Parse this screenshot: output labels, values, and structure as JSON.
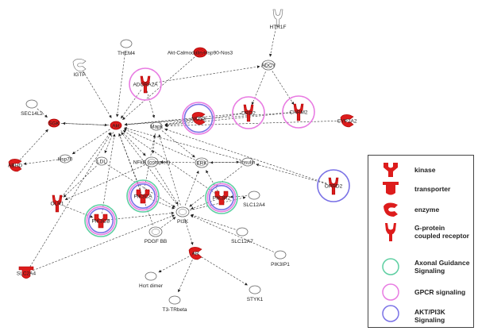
{
  "nodes": [
    {
      "id": "HTR1F",
      "label": "HTR1F",
      "shape": "gpcr",
      "color": "white"
    },
    {
      "id": "THEM4",
      "label": "THEM4",
      "shape": "blob",
      "color": "white"
    },
    {
      "id": "AKT_CALM",
      "label": "Akt-Calmodulin-Hsp90-Nos3",
      "shape": "complex",
      "color": "red"
    },
    {
      "id": "IGTP",
      "label": "IGTP",
      "shape": "enzyme",
      "color": "white"
    },
    {
      "id": "ADCY",
      "label": "ADCY",
      "shape": "complex",
      "color": "white"
    },
    {
      "id": "ADORA2A",
      "label": "ADORA2A",
      "shape": "gpcr",
      "color": "red"
    },
    {
      "id": "SEC14L2",
      "label": "SEC14L2",
      "shape": "blob",
      "color": "white"
    },
    {
      "id": "NOS3",
      "label": "NOS3",
      "shape": "enzyme",
      "color": "red"
    },
    {
      "id": "DRD2",
      "label": "DRD2",
      "shape": "gpcr",
      "color": "red"
    },
    {
      "id": "CHRM2",
      "label": "CHRM2",
      "shape": "gpcr",
      "color": "red"
    },
    {
      "id": "CYP2A2",
      "label": "CYP2A2",
      "shape": "enzyme",
      "color": "red"
    },
    {
      "id": "SGK",
      "label": "SGK",
      "shape": "blob",
      "color": "red"
    },
    {
      "id": "AKT",
      "label": "Akt",
      "shape": "blob",
      "color": "red"
    },
    {
      "id": "MAPK",
      "label": "Mapk",
      "shape": "blob",
      "color": "white"
    },
    {
      "id": "HSP70",
      "label": "Hsp70",
      "shape": "blob",
      "color": "white"
    },
    {
      "id": "LDL",
      "label": "LDL",
      "shape": "blob",
      "color": "white"
    },
    {
      "id": "NFKB",
      "label": "NFkB (complex)",
      "shape": "complex",
      "color": "white"
    },
    {
      "id": "ERK",
      "label": "ERK",
      "shape": "complex",
      "color": "white"
    },
    {
      "id": "INSULIN",
      "label": "Insulin",
      "shape": "blob",
      "color": "white"
    },
    {
      "id": "ABHD",
      "label": "ABHD",
      "shape": "enzyme",
      "color": "red"
    },
    {
      "id": "PIK3CA",
      "label": "PIK3CA",
      "shape": "kinase",
      "color": "red"
    },
    {
      "id": "PIK3R2",
      "label": "PIK3R2",
      "shape": "kinase",
      "color": "red"
    },
    {
      "id": "OPRD2",
      "label": "OPRD2",
      "shape": "gpcr",
      "color": "red"
    },
    {
      "id": "OLR1",
      "label": "OLR1",
      "shape": "gpcr",
      "color": "red"
    },
    {
      "id": "SLC12A4",
      "label": "SLC12A4",
      "shape": "blob",
      "color": "white"
    },
    {
      "id": "PIK3CB",
      "label": "PIK3CB",
      "shape": "kinase",
      "color": "red"
    },
    {
      "id": "PI3K",
      "label": "PI3K",
      "shape": "complex",
      "color": "white"
    },
    {
      "id": "PDGFBB",
      "label": "PDGF BB",
      "shape": "complex",
      "color": "white"
    },
    {
      "id": "SLC12A7",
      "label": "SLC12A7",
      "shape": "blob",
      "color": "white"
    },
    {
      "id": "AR",
      "label": "AR",
      "shape": "enzyme",
      "color": "red"
    },
    {
      "id": "PIK3IP1",
      "label": "PIK3IP1",
      "shape": "blob",
      "color": "white"
    },
    {
      "id": "SLC2A4",
      "label": "SLC2A4",
      "shape": "transporter",
      "color": "red"
    },
    {
      "id": "HCRT",
      "label": "Hcrt dimer",
      "shape": "blob",
      "color": "white"
    },
    {
      "id": "T3TR",
      "label": "T3-TRbeta",
      "shape": "blob",
      "color": "white"
    },
    {
      "id": "STYK1",
      "label": "STYK1",
      "shape": "blob",
      "color": "white"
    }
  ],
  "rings": [
    {
      "node": "ADORA2A",
      "pathways": [
        "gpcr"
      ]
    },
    {
      "node": "DRD2",
      "pathways": [
        "gpcr"
      ]
    },
    {
      "node": "CHRM2",
      "pathways": [
        "gpcr"
      ]
    },
    {
      "node": "NOS3",
      "pathways": [
        "gpcr",
        "akt"
      ]
    },
    {
      "node": "OPRD2",
      "pathways": [
        "akt"
      ]
    },
    {
      "node": "PIK3CA",
      "pathways": [
        "axonal",
        "gpcr",
        "akt"
      ]
    },
    {
      "node": "PIK3R2",
      "pathways": [
        "axonal",
        "gpcr",
        "akt"
      ]
    },
    {
      "node": "PIK3CB",
      "pathways": [
        "axonal",
        "gpcr",
        "akt"
      ]
    }
  ],
  "edges": [
    [
      "AKT_CALM",
      "AKT"
    ],
    [
      "THEM4",
      "AKT"
    ],
    [
      "IGTP",
      "AKT"
    ],
    [
      "SEC14L2",
      "SGK"
    ],
    [
      "ADORA2A",
      "AKT"
    ],
    [
      "ADORA2A",
      "MAPK"
    ],
    [
      "ADORA2A",
      "ADCY"
    ],
    [
      "ADCY",
      "DRD2"
    ],
    [
      "ADCY",
      "CHRM2"
    ],
    [
      "HTR1F",
      "ADCY"
    ],
    [
      "DRD2",
      "MAPK"
    ],
    [
      "DRD2",
      "AKT"
    ],
    [
      "CHRM2",
      "MAPK"
    ],
    [
      "CHRM2",
      "AKT"
    ],
    [
      "CYP2A2",
      "MAPK"
    ],
    [
      "NOS3",
      "AKT"
    ],
    [
      "NOS3",
      "MAPK"
    ],
    [
      "AKT",
      "SGK"
    ],
    [
      "AKT",
      "HSP70"
    ],
    [
      "AKT",
      "NFKB"
    ],
    [
      "AKT",
      "LDL"
    ],
    [
      "MAPK",
      "ERK"
    ],
    [
      "MAPK",
      "NFKB"
    ],
    [
      "ERK",
      "NFKB"
    ],
    [
      "ERK",
      "INSULIN"
    ],
    [
      "INSULIN",
      "AKT"
    ],
    [
      "INSULIN",
      "ERK"
    ],
    [
      "INSULIN",
      "PI3K"
    ],
    [
      "HSP70",
      "ABHD"
    ],
    [
      "LDL",
      "OLR1"
    ],
    [
      "NFKB",
      "OLR1"
    ],
    [
      "OLR1",
      "AKT"
    ],
    [
      "OLR1",
      "PIK3CB"
    ],
    [
      "PIK3CA",
      "PI3K"
    ],
    [
      "PIK3CA",
      "AKT"
    ],
    [
      "PIK3CA",
      "MAPK"
    ],
    [
      "PIK3R2",
      "PI3K"
    ],
    [
      "PIK3R2",
      "AKT"
    ],
    [
      "PIK3R2",
      "ERK"
    ],
    [
      "PIK3CB",
      "PI3K"
    ],
    [
      "PIK3CB",
      "AKT"
    ],
    [
      "PI3K",
      "AKT"
    ],
    [
      "PI3K",
      "ERK"
    ],
    [
      "PI3K",
      "MAPK"
    ],
    [
      "PI3K",
      "SLC12A4"
    ],
    [
      "PI3K",
      "AR"
    ],
    [
      "PDGFBB",
      "PI3K"
    ],
    [
      "PDGFBB",
      "AKT"
    ],
    [
      "SLC12A7",
      "PI3K"
    ],
    [
      "AR",
      "HCRT"
    ],
    [
      "AR",
      "T3TR"
    ],
    [
      "AR",
      "STYK1"
    ],
    [
      "PIK3IP1",
      "PI3K"
    ],
    [
      "SLC2A4",
      "PI3K"
    ],
    [
      "SLC2A4",
      "AKT"
    ],
    [
      "OPRD2",
      "INSULIN"
    ],
    [
      "OPRD2",
      "MAPK"
    ],
    [
      "ABHD",
      "SGK"
    ],
    [
      "SGK",
      "AKT"
    ],
    [
      "SLC12A4",
      "PIK3R2"
    ],
    [
      "ERK",
      "AKT"
    ],
    [
      "NFKB",
      "PI3K"
    ],
    [
      "LDL",
      "PI3K"
    ]
  ],
  "legend": {
    "items": [
      {
        "shape": "kinase",
        "label": "kinase"
      },
      {
        "shape": "transporter",
        "label": "transporter"
      },
      {
        "shape": "enzyme",
        "label": "enzyme"
      },
      {
        "shape": "gpcr",
        "label": "G-protein\ncoupled receptor"
      },
      {
        "ring": "axonal",
        "label": "Axonal Guidance\nSignaling"
      },
      {
        "ring": "gpcr",
        "label": "GPCR signaling"
      },
      {
        "ring": "akt",
        "label": "AKT/PI3K\nSignaling"
      }
    ]
  },
  "colors": {
    "red": "#dd1c1c",
    "white": "#ffffff",
    "axonal": "#5ecfa2",
    "gpcr": "#e87be2",
    "akt": "#7a72e6",
    "edge": "#333333"
  }
}
